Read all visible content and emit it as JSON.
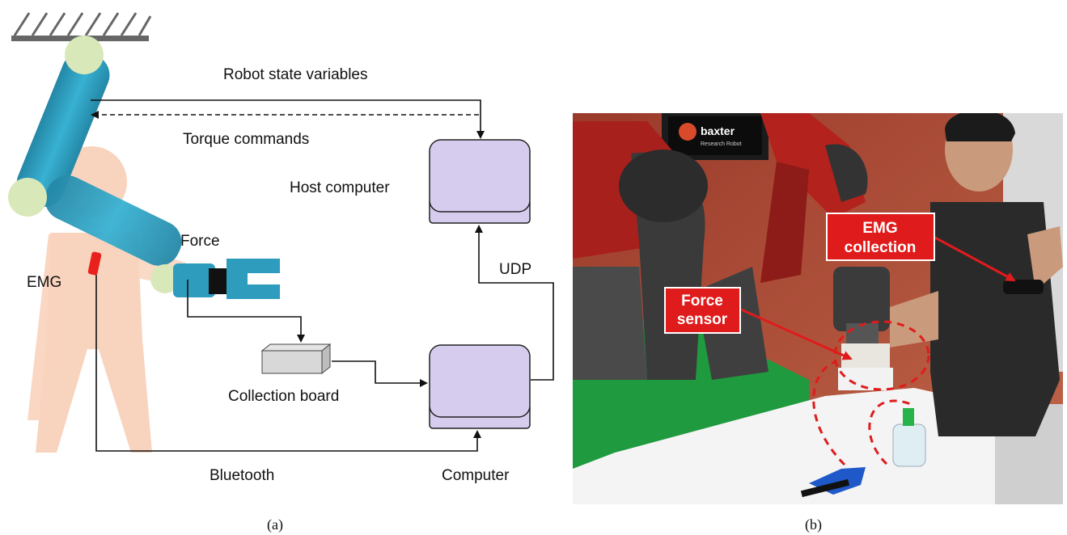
{
  "panel_a": {
    "labels": {
      "robot_state": "Robot state variables",
      "torque": "Torque commands",
      "host": "Host computer",
      "force": "Force",
      "emg": "EMG",
      "udp": "UDP",
      "board": "Collection board",
      "bluetooth": "Bluetooth",
      "computer": "Computer"
    },
    "caption": "(a)"
  },
  "panel_b": {
    "screen_brand": "baxter",
    "screen_sub": "Research Robot",
    "callouts": {
      "emg_line1": "EMG",
      "emg_line2": "collection",
      "force_line1": "Force",
      "force_line2": "sensor"
    },
    "caption": "(b)"
  },
  "colors": {
    "arm": "#2e9dbd",
    "joint": "#d9e8b8",
    "body": "#f8d3bd",
    "computer": "#d6cdee",
    "callout": "#e01b1b",
    "robot": "#a8201c"
  }
}
